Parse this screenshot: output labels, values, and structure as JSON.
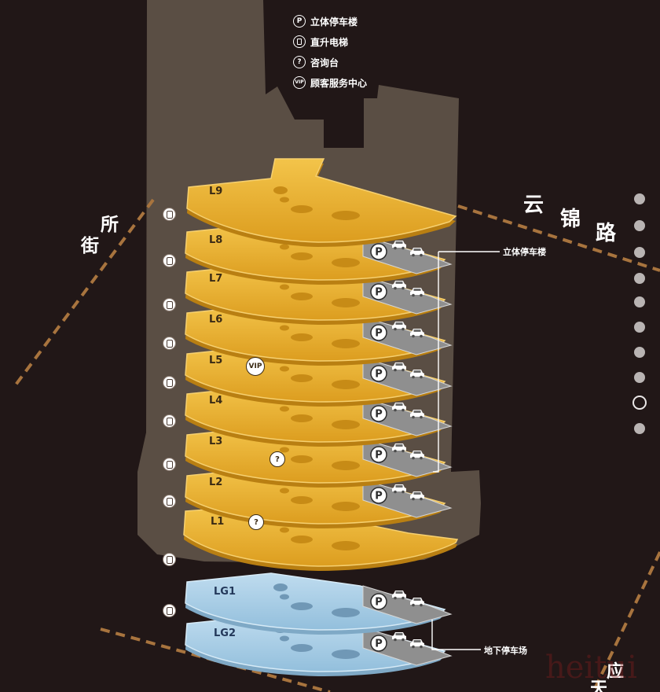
{
  "legend": {
    "parking_icon": "P",
    "parking": "立体停车楼",
    "elevator": "直升电梯",
    "info_icon": "?",
    "info": "咨询台",
    "vip_icon": "VIP",
    "vip": "顾客服务中心"
  },
  "streets": {
    "left_1": "所",
    "left_2": "街",
    "right_1": "云",
    "right_2": "锦",
    "right_3": "路",
    "bottom_1": "应",
    "bottom_2": "天"
  },
  "callouts": {
    "parking_tower": "立体停车楼",
    "underground_parking": "地下停车场"
  },
  "floors": [
    "L9",
    "L8",
    "L7",
    "L6",
    "L5",
    "L4",
    "L3",
    "L2",
    "L1",
    "LG1",
    "LG2"
  ],
  "markers": {
    "parking": "P",
    "info": "?",
    "vip": "VIP"
  },
  "watermark": "heitui",
  "colors": {
    "background": "#211717",
    "building_shadow": "#5a4e44",
    "floor_gold": "#e7ab2b",
    "floor_gold_edge": "#f6d070",
    "floor_blue": "#a9cde6",
    "floor_blue_edge": "#d6eaf6",
    "street_line": "#a8743e"
  },
  "pager": {
    "count": 10,
    "active_index": 8
  }
}
